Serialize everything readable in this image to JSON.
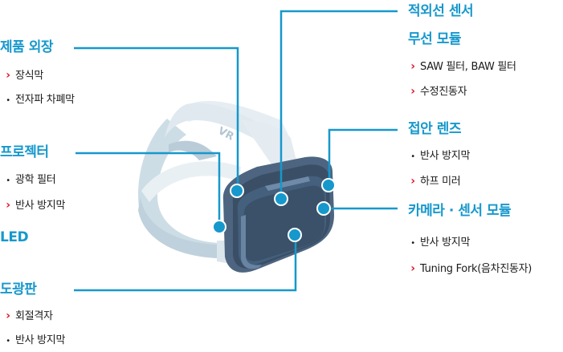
{
  "colors": {
    "accent": "#1698cc",
    "chevron": "#e0182d",
    "text": "#1b1b1b",
    "headset_dark": "#3d536b",
    "headset_mid": "#5a7593",
    "strap": "#d6e2ea"
  },
  "icons": {
    "chevron": "›",
    "bullet": "•"
  },
  "headset_label": "VR",
  "callouts": {
    "exterior": {
      "title": "제품 외장",
      "items": [
        {
          "marker": "chevron",
          "label": "장식막"
        },
        {
          "marker": "bullet",
          "label": "전자파 차폐막"
        }
      ]
    },
    "projector": {
      "title": "프로젝터",
      "items": [
        {
          "marker": "bullet",
          "label": "광학 필터"
        },
        {
          "marker": "chevron",
          "label": "반사 방지막"
        }
      ]
    },
    "led": {
      "title": "LED"
    },
    "light_guide": {
      "title": "도광판",
      "items": [
        {
          "marker": "chevron",
          "label": "회절격자"
        },
        {
          "marker": "bullet",
          "label": "반사 방지막"
        }
      ]
    },
    "ir_sensor": {
      "title": "적외선 센서"
    },
    "wireless": {
      "title": "무선 모듈",
      "items": [
        {
          "marker": "chevron",
          "label": "SAW 필터, BAW 필터"
        },
        {
          "marker": "chevron",
          "label": "수정진동자"
        }
      ]
    },
    "eyepiece": {
      "title": "접안 렌즈",
      "items": [
        {
          "marker": "bullet",
          "label": "반사 방지막"
        },
        {
          "marker": "chevron",
          "label": "하프 미러"
        }
      ]
    },
    "camera": {
      "title": "카메라 · 센서 모듈",
      "items": [
        {
          "marker": "bullet",
          "label": "반사 방지막"
        },
        {
          "marker": "chevron",
          "label": "Tuning Fork(음차진동자)"
        }
      ]
    }
  }
}
